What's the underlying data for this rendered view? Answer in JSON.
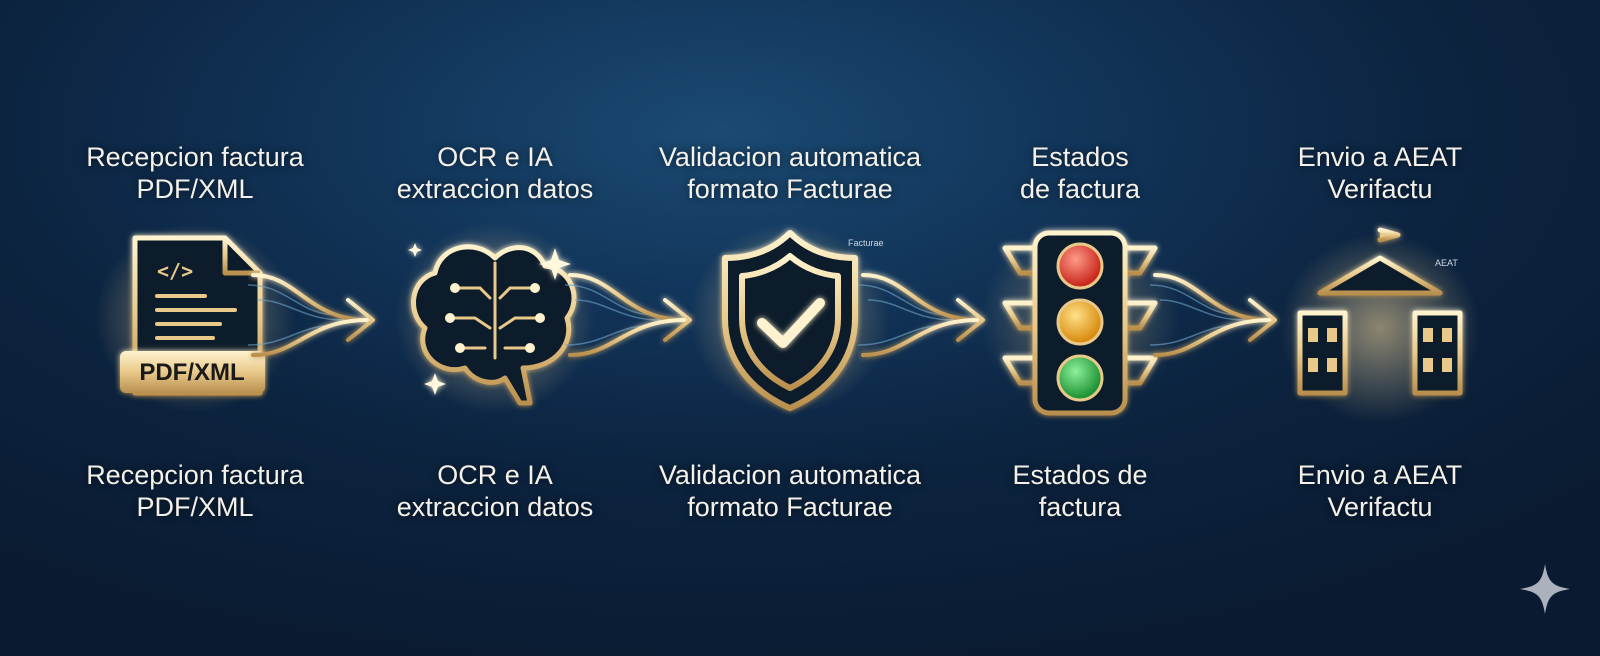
{
  "steps": [
    {
      "top": [
        "Recepcion factura",
        "PDF/XML"
      ],
      "bottom": [
        "Recepcion factura",
        "PDF/XML"
      ],
      "icon": "document-icon",
      "icon_text": "PDF/XML",
      "code_glyph": "</>"
    },
    {
      "top": [
        "OCR e IA",
        "extraccion datos"
      ],
      "bottom": [
        "OCR e IA",
        "extraccion datos"
      ],
      "icon": "brain-circuit-icon"
    },
    {
      "top": [
        "Validacion automatica",
        "formato Facturae"
      ],
      "bottom": [
        "Validacion automatica",
        "formato Facturae"
      ],
      "icon": "shield-check-icon",
      "icon_caption": "Facturae"
    },
    {
      "top": [
        "Estados",
        "de factura"
      ],
      "bottom": [
        "Estados de",
        "factura"
      ],
      "icon": "traffic-light-icon"
    },
    {
      "top": [
        "Envio a AEAT",
        "Verifactu"
      ],
      "bottom": [
        "Envio a AEAT",
        "Verifactu"
      ],
      "icon": "government-building-icon",
      "icon_caption": "AEAT"
    }
  ],
  "colors": {
    "gold": "#e8c98a",
    "gold_bright": "#fff3cf",
    "gold_dark": "#b98f4e",
    "circuit_blue": "#6fa3c9",
    "red_light": "#e84a3a",
    "yellow_light": "#f0b52c",
    "green_light": "#34b84a"
  },
  "decor": {
    "corner_icon": "sparkle-icon"
  }
}
